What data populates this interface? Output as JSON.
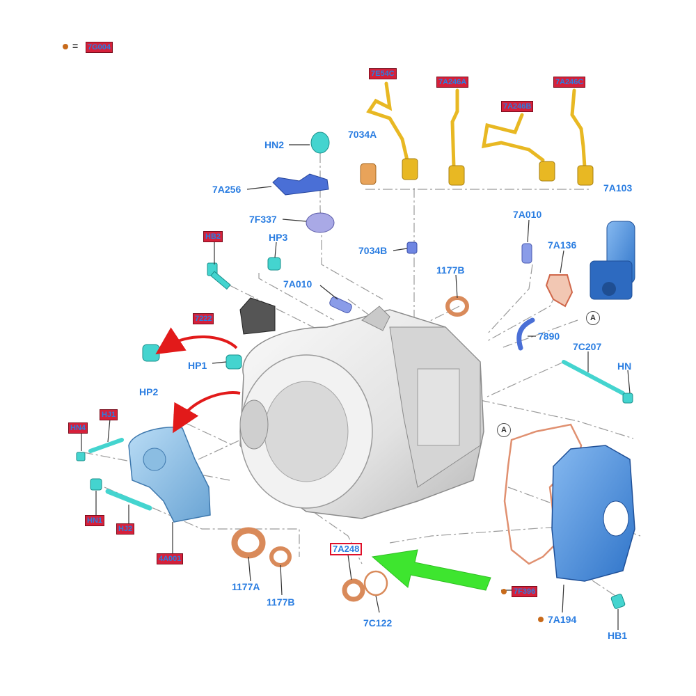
{
  "legend": {
    "equals": "=",
    "code": "7G004",
    "dot_color": "#c86a1a"
  },
  "labels": {
    "l7034a": "7034A",
    "hn2": "HN2",
    "l7a256": "7A256",
    "l7f337": "7F337",
    "hp3": "HP3",
    "l7a010_left": "7A010",
    "l7034b": "7034B",
    "l1177b_top": "1177B",
    "l7a010_right": "7A010",
    "l7a136": "7A136",
    "l7a103": "7A103",
    "l7890": "7890",
    "l7c207": "7C207",
    "hn_right": "HN",
    "hp1": "HP1",
    "hp2": "HP2",
    "l1177a": "1177A",
    "l1177b_bottom": "1177B",
    "l7c122": "7C122",
    "l7a194": "7A194",
    "hb1": "HB1"
  },
  "tags": {
    "t_top1": "7E54C",
    "t_top2": "7A246A",
    "t_top3": "7A246B",
    "t_top4": "7A246C",
    "t_hb2": "HB2",
    "t_7222": "7222",
    "t_hn4": "HN4",
    "t_hj1": "HJ1",
    "t_hn1": "HN1",
    "t_hj2": "HJ2",
    "t_4a001": "4A001",
    "t_7a248": "7A248",
    "t_7f396": "7F396"
  },
  "callouts": {
    "a_right": "A",
    "a_center": "A"
  },
  "colors": {
    "label_blue": "#2a7de1",
    "tag_red": "#d6203a",
    "arrow_green": "#3ee52f",
    "arrow_red": "#e21a1a",
    "harness_yellow": "#e8b823",
    "cyan_part": "#3ad6d0",
    "blue_part": "#4a6fd6",
    "copper": "#d98a5a",
    "housing": "#e6e6e6"
  }
}
